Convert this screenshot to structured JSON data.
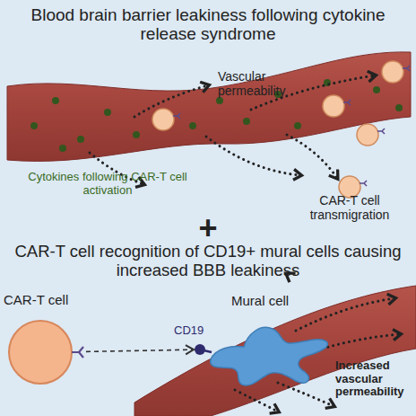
{
  "diagram": {
    "title": "Blood brain barrier leakiness following cytokine release syndrome",
    "nodes": [
      {
        "text": [
          "CAR-T cell"
        ]
      },
      {
        "text": [
          "Mural cell"
        ]
      },
      {
        "text": [
          "CD19"
        ],
        "in": 1
      }
    ],
    "edges": [
      {
        "from": 0,
        "to": 2,
        "arrow": "to"
      }
    ],
    "labels": [
      "Vascular permeability",
      "Cytokines following CAR-T cell activation",
      "CAR-T cell transmigration",
      "+",
      "CAR-T cell recognition of CD19+ mural cells causing increased BBB leakiness",
      "Increased vascular permeability"
    ]
  }
}
